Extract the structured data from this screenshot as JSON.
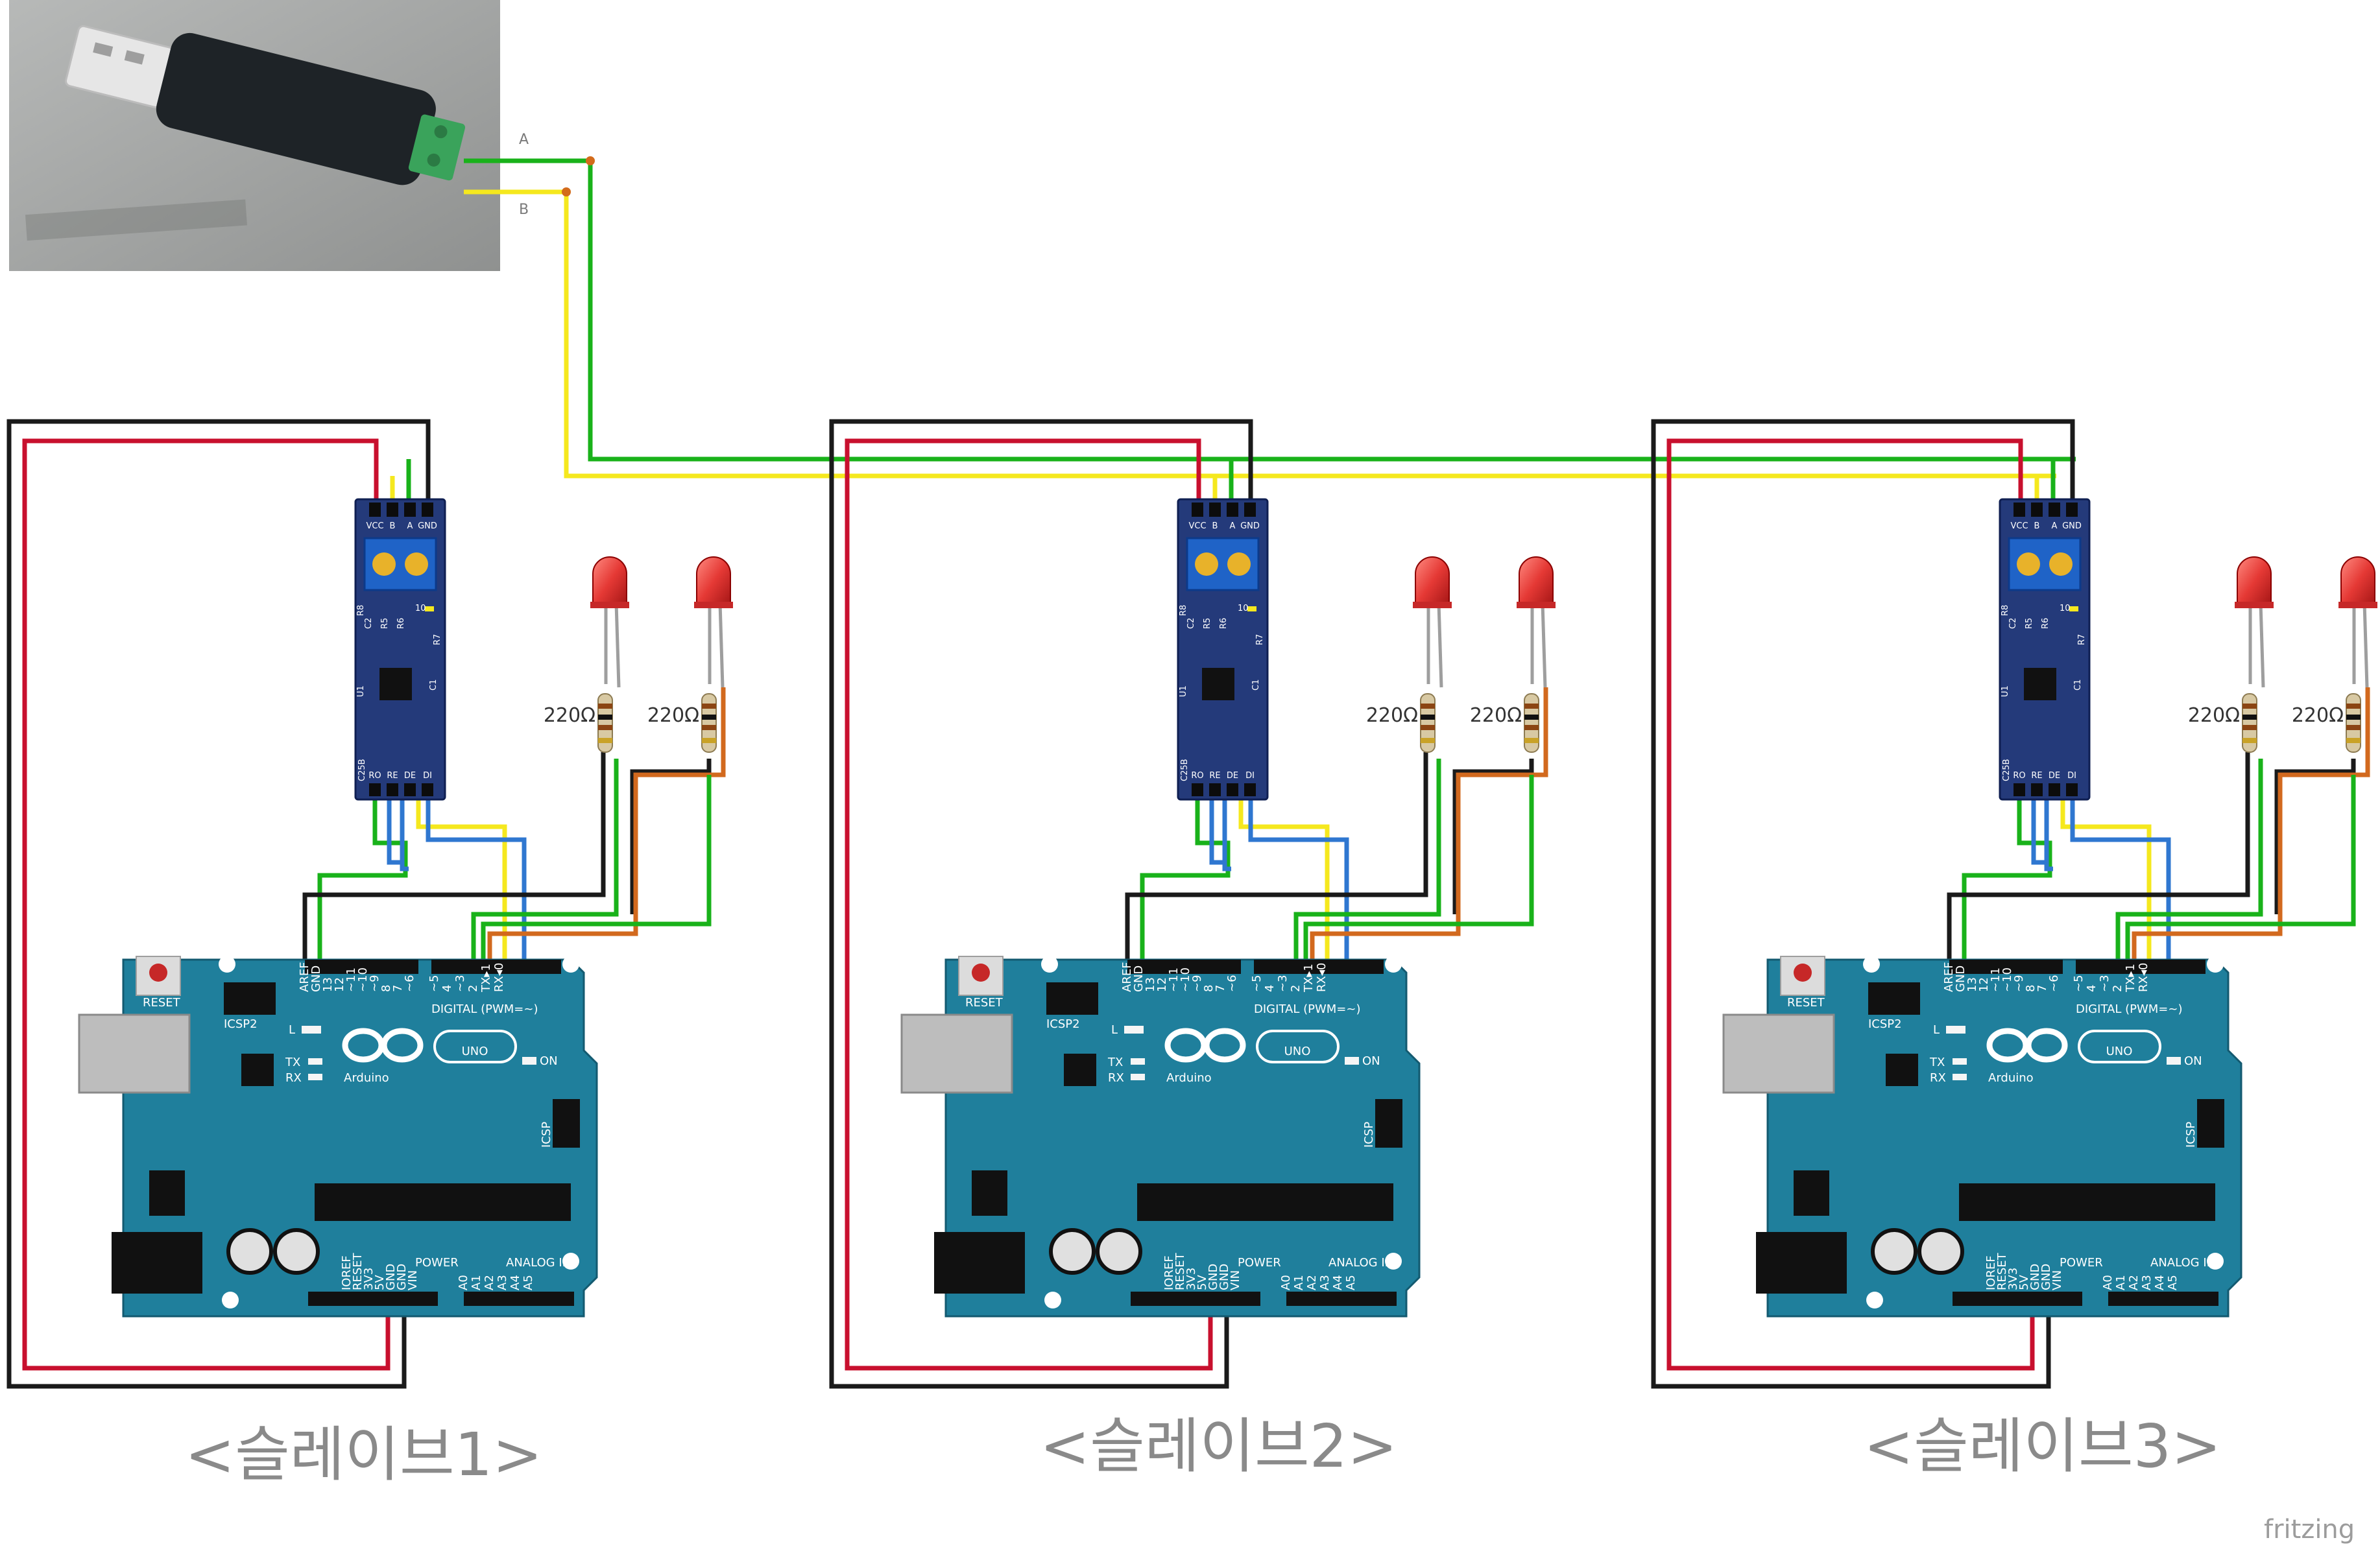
{
  "diagram": {
    "usb_adapter": {
      "terminal_labels": [
        "A",
        "B"
      ]
    },
    "slaves": [
      {
        "label": "<슬레이브1>"
      },
      {
        "label": "<슬레이브2>"
      },
      {
        "label": "<슬레이브3>"
      }
    ],
    "rs485_module": {
      "pin_labels": [
        "VCC",
        "B",
        "A",
        "GND"
      ],
      "bottom_pins": [
        "RO",
        "RE",
        "DE",
        "DI"
      ],
      "chip_labels": [
        "U1",
        "C1",
        "C2",
        "R5",
        "R6",
        "R7",
        "R8",
        "10",
        "C25B"
      ]
    },
    "resistor_label": "220Ω",
    "arduino": {
      "reset_label": "RESET",
      "icsp2_label": "ICSP2",
      "icsp_label": "ICSP",
      "brand": "Arduino",
      "model": "UNO",
      "on_label": "ON",
      "l_label": "L",
      "tx_label": "TX",
      "rx_label": "RX",
      "digital_label": "DIGITAL (PWM=~)",
      "power_label": "POWER",
      "analog_label": "ANALOG IN",
      "top_pins": [
        "AREF",
        "GND",
        "13",
        "12",
        "~11",
        "~10",
        "~9",
        "8",
        "7",
        "~6",
        "~5",
        "4",
        "~3",
        "2",
        "TX▸1",
        "RX◂0"
      ],
      "bottom_pins": [
        "IOREF",
        "RESET",
        "3V3",
        "5V",
        "GND",
        "GND",
        "VIN",
        "A0",
        "A1",
        "A2",
        "A3",
        "A4",
        "A5"
      ]
    },
    "watermark": "fritzing",
    "colors": {
      "red": "#c8102e",
      "black": "#1a1a1a",
      "green": "#19b21a",
      "yellow": "#f5e81e",
      "blue": "#2f77d0",
      "orange": "#d2691e",
      "arduino_teal": "#1f7f9c",
      "module_blue": "#243a7a",
      "led_red": "#e53935"
    }
  }
}
